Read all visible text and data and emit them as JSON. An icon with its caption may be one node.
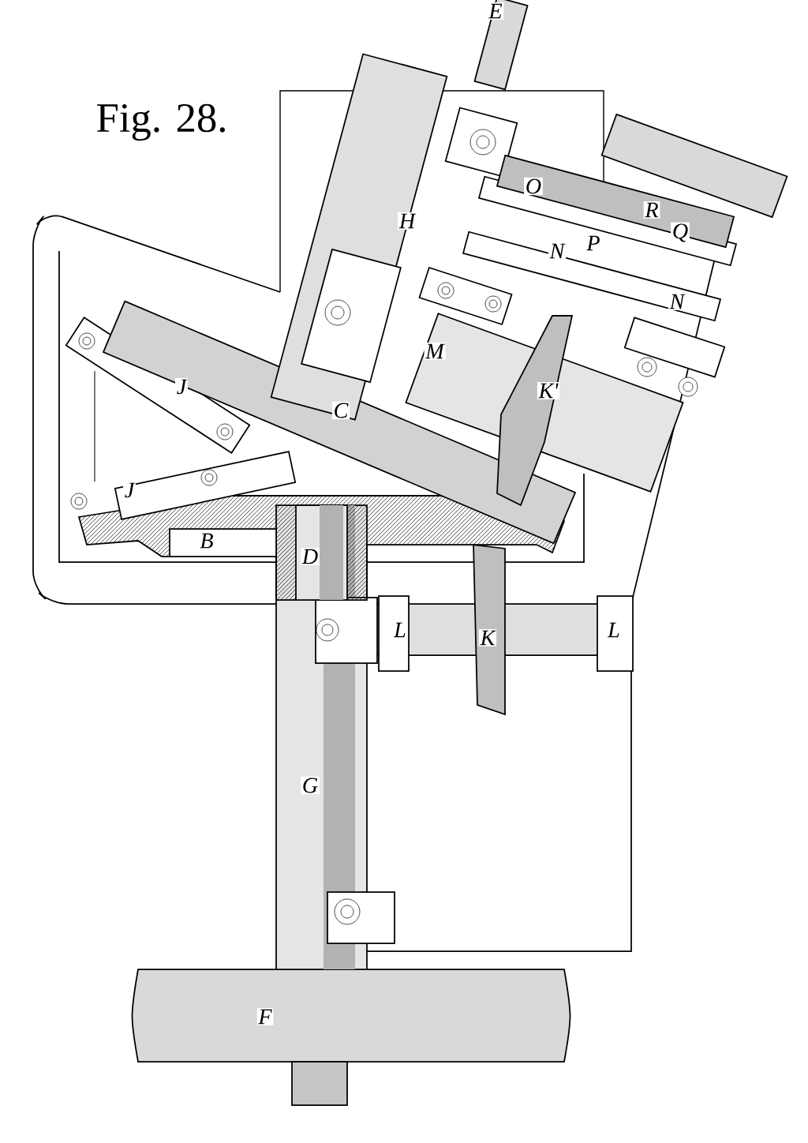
{
  "diagram": {
    "title": "Fig. 28.",
    "labels": [
      "E",
      "R",
      "O",
      "H",
      "Q",
      "N",
      "P",
      "N",
      "M",
      "K'",
      "J",
      "C",
      "J",
      "B",
      "D",
      "L",
      "K",
      "L",
      "G",
      "F"
    ]
  }
}
